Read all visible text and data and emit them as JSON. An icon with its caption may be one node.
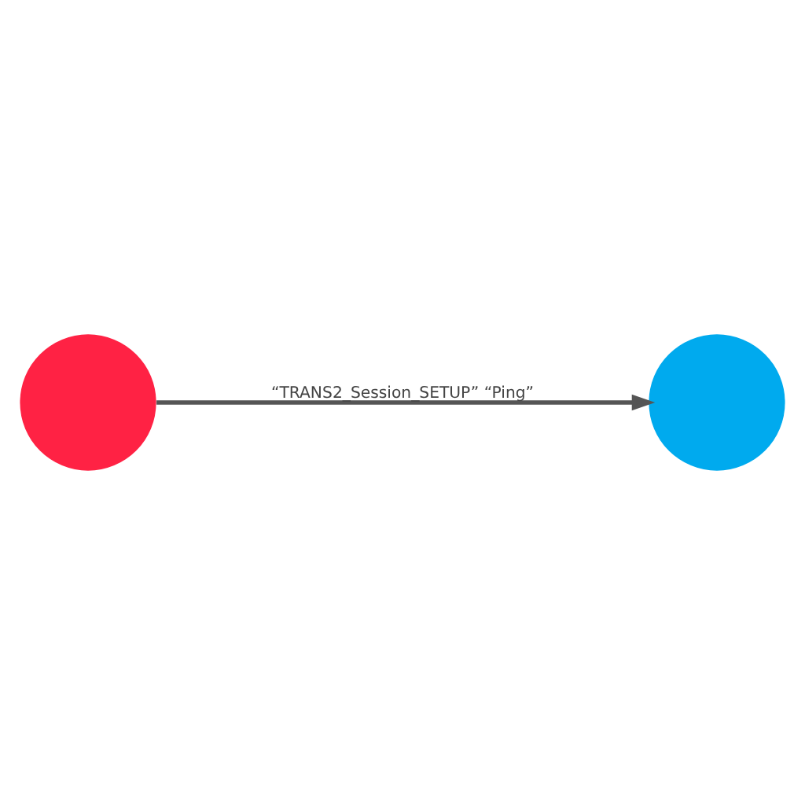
{
  "diagram": {
    "nodes": [
      {
        "text": [],
        "shape": "circle"
      },
      {
        "text": [],
        "shape": "circle"
      }
    ],
    "edges": [
      {
        "from": 0,
        "to": 1,
        "arrow": "to",
        "label": "“TRANS2_Session_SETUP” “Ping”"
      }
    ]
  }
}
